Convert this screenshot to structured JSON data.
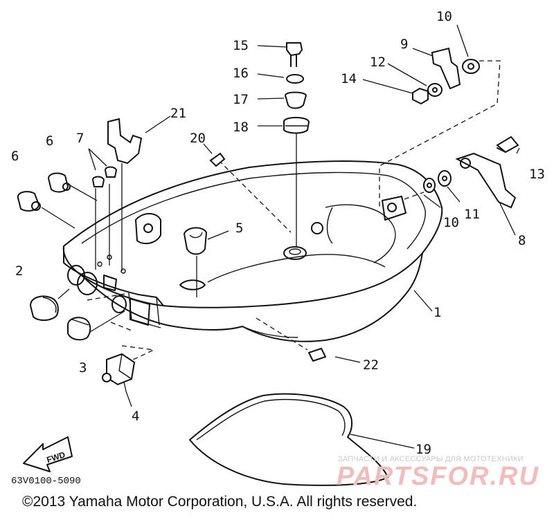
{
  "diagram": {
    "part_numbers": {
      "p1": "1",
      "p2": "2",
      "p3": "3",
      "p4": "4",
      "p5": "5",
      "p6a": "6",
      "p6b": "6",
      "p7": "7",
      "p8": "8",
      "p9": "9",
      "p10a": "10",
      "p10b": "10",
      "p11": "11",
      "p12": "12",
      "p13": "13",
      "p14": "14",
      "p15": "15",
      "p16": "16",
      "p17": "17",
      "p18": "18",
      "p19": "19",
      "p20": "20",
      "p21": "21",
      "p22": "22"
    },
    "fwd_label": "FWD",
    "diagram_code": "63V0100-5090",
    "copyright": "©2013 Yamaha Motor Corporation, U.S.A. All rights reserved.",
    "watermark": {
      "tagline": "ЗАПЧАСТИ И АКСЕССУАРЫ ДЛЯ МОТОТЕХНИКИ",
      "logo": "PARTSFOR.RU"
    }
  }
}
